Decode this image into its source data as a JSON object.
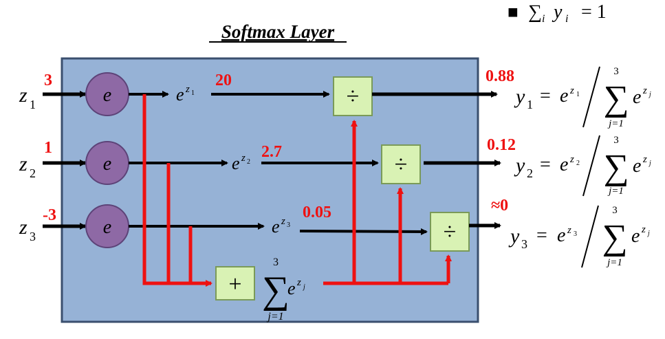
{
  "constraint": {
    "bullet": "■",
    "sum_symbol": "∑",
    "index": "i",
    "var": "y",
    "sub": "i",
    "equals": "= 1"
  },
  "title": "Softmax Layer",
  "inputs": [
    {
      "var": "z",
      "sub": "1",
      "value": "3"
    },
    {
      "var": "z",
      "sub": "2",
      "value": "1"
    },
    {
      "var": "z",
      "sub": "3",
      "value": "-3"
    }
  ],
  "exp_node_label": "e",
  "exponentials": [
    {
      "base": "e",
      "sup_var": "z",
      "sup_sub": "1",
      "value": "20"
    },
    {
      "base": "e",
      "sup_var": "z",
      "sup_sub": "2",
      "value": "2.7"
    },
    {
      "base": "e",
      "sup_var": "z",
      "sup_sub": "3",
      "value": "0.05"
    }
  ],
  "divide_symbol": "÷",
  "add_symbol": "+",
  "sum_block": {
    "upper": "3",
    "symbol": "∑",
    "base": "e",
    "sup_var": "z",
    "sup_sub": "j",
    "lower": "j=1"
  },
  "outputs": [
    {
      "value": "0.88",
      "var": "y",
      "sub": "1",
      "eq": "=",
      "num_base": "e",
      "num_sup_var": "z",
      "num_sup_sub": "1",
      "upper": "3",
      "symbol": "∑",
      "den_base": "e",
      "den_sup_var": "z",
      "den_sup_sub": "j",
      "lower": "j=1"
    },
    {
      "value": "0.12",
      "var": "y",
      "sub": "2",
      "eq": "=",
      "num_base": "e",
      "num_sup_var": "z",
      "num_sup_sub": "2",
      "upper": "3",
      "symbol": "∑",
      "den_base": "e",
      "den_sup_var": "z",
      "den_sup_sub": "j",
      "lower": "j=1"
    },
    {
      "value": "≈0",
      "var": "y",
      "sub": "3",
      "eq": "=",
      "num_base": "e",
      "num_sup_var": "z",
      "num_sup_sub": "3",
      "upper": "3",
      "symbol": "∑",
      "den_base": "e",
      "den_sup_var": "z",
      "den_sup_sub": "j",
      "lower": "j=1"
    }
  ],
  "colors": {
    "panel_fill": "#96b2d6",
    "panel_stroke": "#3a4f6e",
    "node_fill": "#8e69a5",
    "node_stroke": "#5d4378",
    "op_fill": "#d9f2b4",
    "op_stroke": "#7a9a58",
    "red": "#ee1111",
    "black": "#000000"
  }
}
